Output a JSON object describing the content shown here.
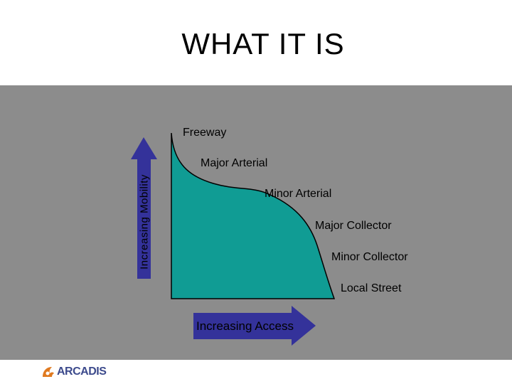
{
  "slide": {
    "title": "WHAT IT IS"
  },
  "diagram": {
    "labels": {
      "freeway": "Freeway",
      "major_arterial": "Major Arterial",
      "minor_arterial": "Minor Arterial",
      "major_collector": "Major Collector",
      "minor_collector": "Minor Collector",
      "local_street": "Local Street"
    },
    "y_arrow_label": "Increasing Mobility",
    "x_arrow_label": "Increasing Access",
    "colors": {
      "panel": "#8c8c8c",
      "curve_fill": "#109c94",
      "arrow_fill": "#34329a"
    }
  },
  "footer": {
    "logo_text": "ARCADIS",
    "logo_color": "#3c4a8c",
    "logo_mark_color": "#e07a20"
  }
}
